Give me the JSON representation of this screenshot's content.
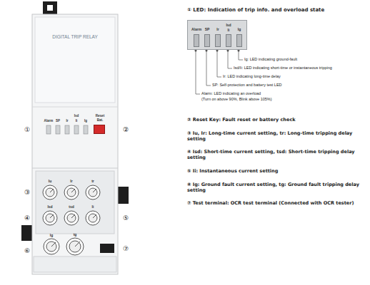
{
  "diagram": {
    "nodes": [
      {
        "text": [
          "Reset",
          "Bat."
        ]
      },
      {
        "text": [
          "Alarm",
          "SP",
          "Ir",
          "Isd",
          "Ii",
          "Ig"
        ]
      }
    ],
    "labels": [
      "DIGITAL TRIP RELAY",
      "Alarm",
      "SP",
      "Isd",
      "Ir",
      "Ii",
      "Ig",
      "①",
      "②",
      "③",
      "④",
      "⑤",
      "⑥",
      "⑦",
      "Iu",
      "Ir",
      "tr",
      "Isd",
      "tsd",
      "Ii",
      "Ig",
      "tg",
      "① LED: Indication of trip info. and overload state",
      "Ig: LED indicating ground-fault",
      "Isd/Ii: LED indicating short-time or instantaneous tripping",
      "Ir: LED indicating long-time delay",
      "SP: Self-protection and battery test LED",
      "Alarm: LED indicating an overload",
      "(Turn on above 90%, Blink above 105%)",
      "② Reset Key: Fault reset or battery check",
      "③ Iu, Ir: Long-time current setting, tr: Long-time tripping delay setting",
      "④ Isd: Short-time current setting, tsd: Short-time tripping delay setting",
      "⑤ Ii: Instantaneous current setting",
      "⑥ Ig: Ground fault current setting, tg: Ground fault tripping delay setting",
      "⑦ Test terminal: OCR test terminal (Connected with OCR tester)"
    ]
  }
}
